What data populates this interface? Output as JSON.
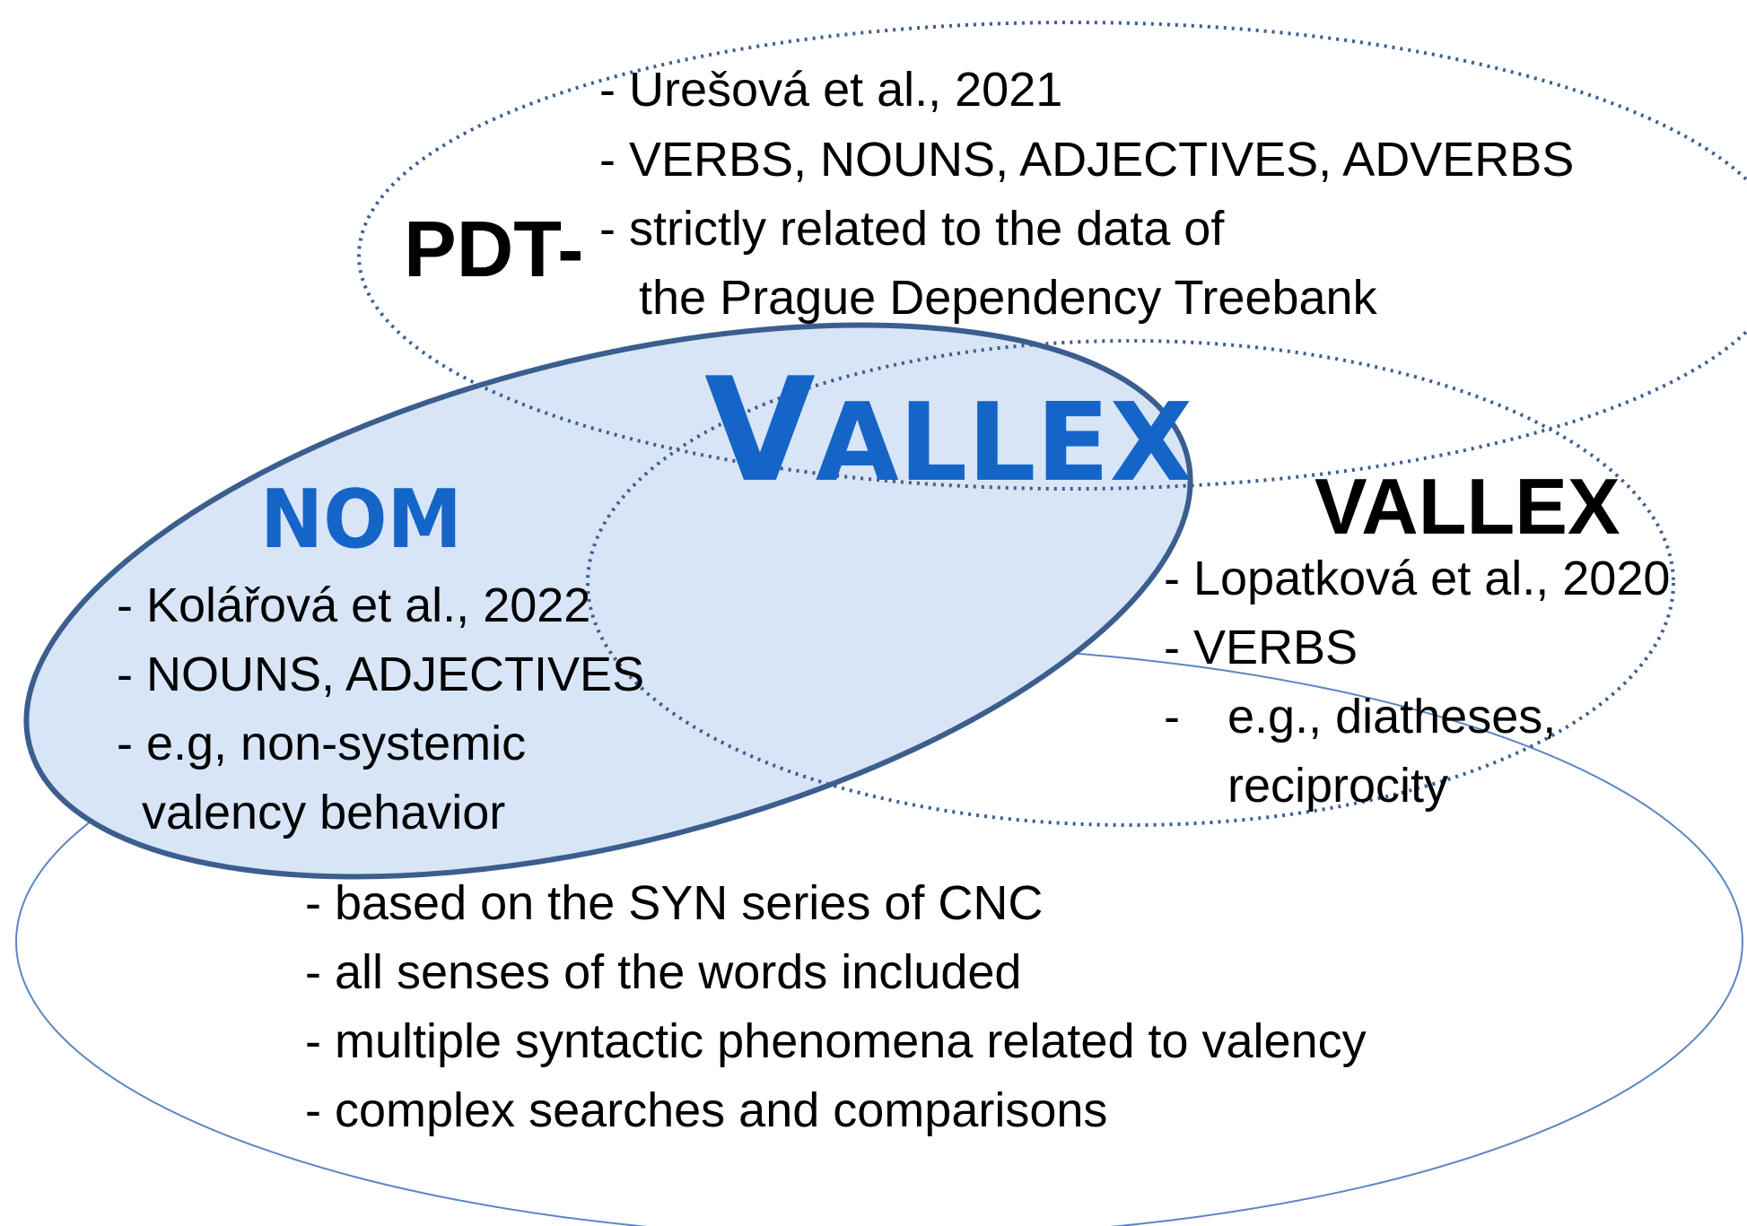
{
  "colors": {
    "nom_fill": "#d7e5f6",
    "nom_stroke": "#3b5e8e",
    "dotted_stroke": "#3f5f8f",
    "outer_stroke": "#5b86c4",
    "vallex_blue": "#1565c8"
  },
  "pdt": {
    "label": "PDT-",
    "lines": [
      "- Urešová et al., 2021",
      "- VERBS, NOUNS, ADJECTIVES, ADVERBS",
      "- strictly related to the data of",
      "the Prague Dependency Treebank"
    ]
  },
  "center_title": {
    "initial": "V",
    "rest": "ALLEX"
  },
  "nom": {
    "logo": "NOM",
    "lines": [
      "- Kolářová et al., 2022",
      "- NOUNS, ADJECTIVES",
      "- e.g, non-systemic",
      "valency behavior"
    ]
  },
  "vallex": {
    "label": "VALLEX",
    "lines": [
      "- Lopatková et al., 2020",
      "- VERBS",
      "-",
      "e.g., diatheses,",
      "reciprocity"
    ]
  },
  "common": {
    "lines": [
      "- based on the SYN series of CNC",
      "- all senses of the words included",
      "- multiple syntactic phenomena related to valency",
      "- complex searches and comparisons"
    ]
  }
}
